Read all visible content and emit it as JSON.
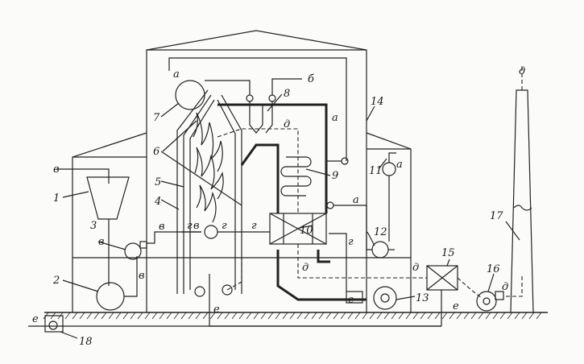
{
  "flow_letters": {
    "a": "а",
    "b": "б",
    "v": "в",
    "g": "г",
    "d": "д",
    "e": "е"
  },
  "component_numbers": [
    "1",
    "2",
    "3",
    "4",
    "5",
    "6",
    "7",
    "8",
    "9",
    "10",
    "11",
    "12",
    "13",
    "14",
    "15",
    "16",
    "17",
    "18"
  ],
  "colors": {
    "ink": "#222222",
    "paper": "#fbfbf9"
  }
}
